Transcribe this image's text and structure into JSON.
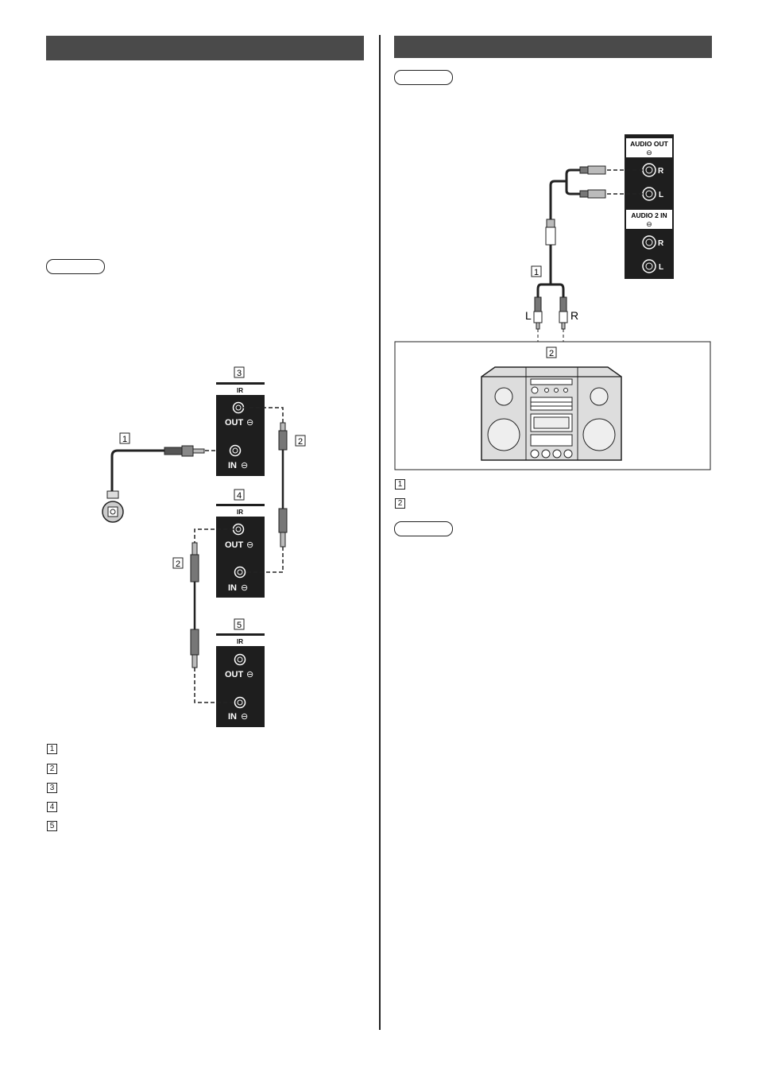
{
  "left": {
    "ir_diagram": {
      "callouts": [
        "1",
        "3",
        "2",
        "4",
        "2",
        "5"
      ],
      "panels": [
        {
          "header": "IR",
          "out": "OUT",
          "in": "IN"
        },
        {
          "header": "IR",
          "out": "OUT",
          "in": "IN"
        },
        {
          "header": "IR",
          "out": "OUT",
          "in": "IN"
        }
      ]
    },
    "legend": [
      {
        "num": "1",
        "text": ""
      },
      {
        "num": "2",
        "text": ""
      },
      {
        "num": "3",
        "text": ""
      },
      {
        "num": "4",
        "text": ""
      },
      {
        "num": "5",
        "text": ""
      }
    ]
  },
  "right": {
    "audio_diagram": {
      "callouts": [
        "1",
        "2"
      ],
      "audio_out_label": "AUDIO OUT",
      "audio_in_label": "AUDIO 2 IN",
      "ch_r": "R",
      "ch_l": "L",
      "plug_l": "L",
      "plug_r": "R"
    },
    "legend": [
      {
        "num": "1",
        "text": ""
      },
      {
        "num": "2",
        "text": ""
      }
    ]
  },
  "colors": {
    "header_bar": "#4a4a4a",
    "panel": "#1e1e1e",
    "line": "#222222"
  }
}
